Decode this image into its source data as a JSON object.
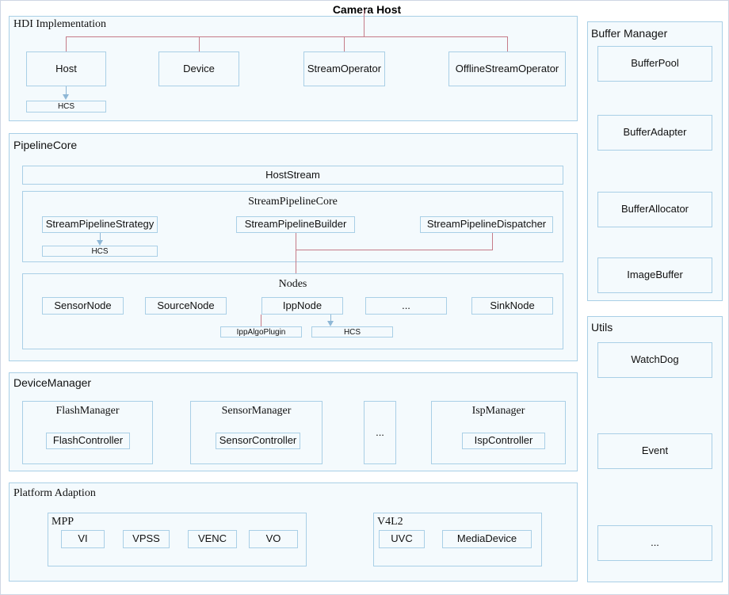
{
  "diagram": {
    "title": "Camera Host",
    "sections": {
      "hdi": {
        "label": "HDI Implementation",
        "boxes": [
          {
            "label": "Host"
          },
          {
            "label": "Device"
          },
          {
            "label": "StreamOperator"
          },
          {
            "label": "OfflineStreamOperator"
          }
        ],
        "host_child": {
          "label": "HCS"
        }
      },
      "pipelinecore": {
        "label": "PipelineCore",
        "hoststream": {
          "label": "HostStream"
        },
        "streampipelinecore": {
          "label": "StreamPipelineCore",
          "boxes": [
            {
              "label": "StreamPipelineStrategy"
            },
            {
              "label": "StreamPipelineBuilder"
            },
            {
              "label": "StreamPipelineDispatcher"
            }
          ],
          "strategy_child": {
            "label": "HCS"
          }
        },
        "nodes": {
          "label": "Nodes",
          "boxes": [
            {
              "label": "SensorNode"
            },
            {
              "label": "SourceNode"
            },
            {
              "label": "IppNode"
            },
            {
              "label": "..."
            },
            {
              "label": "SinkNode"
            }
          ],
          "ipp_children": [
            {
              "label": "IppAlgoPlugin"
            },
            {
              "label": "HCS"
            }
          ]
        }
      },
      "devicemanager": {
        "label": "DeviceManager",
        "managers": [
          {
            "label": "FlashManager",
            "child": "FlashController"
          },
          {
            "label": "SensorManager",
            "child": "SensorController"
          },
          {
            "label": "...",
            "child": ""
          },
          {
            "label": "IspManager",
            "child": "IspController"
          }
        ]
      },
      "platform": {
        "label": "Platform Adaption",
        "groups": [
          {
            "label": "MPP",
            "items": [
              "VI",
              "VPSS",
              "VENC",
              "VO"
            ]
          },
          {
            "label": "V4L2",
            "items": [
              "UVC",
              "MediaDevice"
            ]
          }
        ]
      },
      "buffermanager": {
        "label": "Buffer Manager",
        "boxes": [
          {
            "label": "BufferPool"
          },
          {
            "label": "BufferAdapter"
          },
          {
            "label": "BufferAllocator"
          },
          {
            "label": "ImageBuffer"
          }
        ]
      },
      "utils": {
        "label": "Utils",
        "boxes": [
          {
            "label": "WatchDog"
          },
          {
            "label": "Event"
          },
          {
            "label": "..."
          }
        ]
      }
    },
    "colors": {
      "box_border": "#a9cfe6",
      "box_fill": "#f4fafd",
      "connector_red": "#c57b88",
      "connector_blue": "#8fb8d6",
      "background": "#ffffff"
    }
  }
}
